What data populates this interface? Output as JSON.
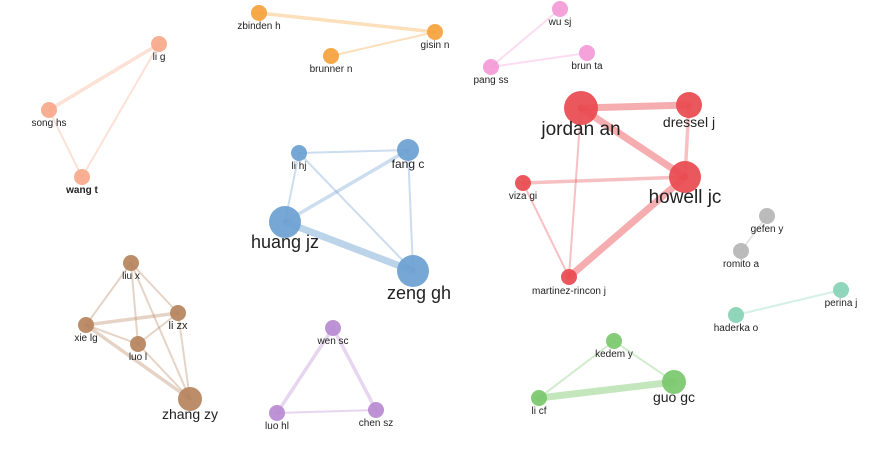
{
  "network": {
    "nodes": [
      {
        "id": "zbinden_h",
        "label": "zbinden h",
        "cluster": "orange",
        "size": "small"
      },
      {
        "id": "gisin_n",
        "label": "gisin n",
        "cluster": "orange",
        "size": "small"
      },
      {
        "id": "brunner_n",
        "label": "brunner n",
        "cluster": "orange",
        "size": "small"
      },
      {
        "id": "li_g",
        "label": "li g",
        "cluster": "salmon",
        "size": "small"
      },
      {
        "id": "song_hs",
        "label": "song hs",
        "cluster": "salmon",
        "size": "small"
      },
      {
        "id": "wang_t",
        "label": "wang t",
        "cluster": "salmon",
        "size": "small",
        "bold": true
      },
      {
        "id": "wu_sj",
        "label": "wu sj",
        "cluster": "pink",
        "size": "small"
      },
      {
        "id": "brun_ta",
        "label": "brun ta",
        "cluster": "pink",
        "size": "small"
      },
      {
        "id": "pang_ss",
        "label": "pang ss",
        "cluster": "pink",
        "size": "small"
      },
      {
        "id": "jordan_an",
        "label": "jordan an",
        "cluster": "red",
        "size": "large"
      },
      {
        "id": "dressel_j",
        "label": "dressel j",
        "cluster": "red",
        "size": "medium"
      },
      {
        "id": "howell_jc",
        "label": "howell jc",
        "cluster": "red",
        "size": "large"
      },
      {
        "id": "viza_gi",
        "label": "viza gi",
        "cluster": "red",
        "size": "small"
      },
      {
        "id": "martinez_rincon_j",
        "label": "martinez-rincon j",
        "cluster": "red",
        "size": "small"
      },
      {
        "id": "li_hj",
        "label": "li hj",
        "cluster": "blue",
        "size": "small"
      },
      {
        "id": "fang_c",
        "label": "fang c",
        "cluster": "blue",
        "size": "small"
      },
      {
        "id": "huang_jz",
        "label": "huang jz",
        "cluster": "blue",
        "size": "large"
      },
      {
        "id": "zeng_gh",
        "label": "zeng gh",
        "cluster": "blue",
        "size": "large"
      },
      {
        "id": "gefen_y",
        "label": "gefen y",
        "cluster": "gray",
        "size": "small"
      },
      {
        "id": "romito_a",
        "label": "romito a",
        "cluster": "gray",
        "size": "small"
      },
      {
        "id": "perina_j",
        "label": "perina j",
        "cluster": "teal",
        "size": "small"
      },
      {
        "id": "haderka_o",
        "label": "haderka o",
        "cluster": "teal",
        "size": "small"
      },
      {
        "id": "liu_x",
        "label": "liu x",
        "cluster": "brown",
        "size": "small"
      },
      {
        "id": "li_zx",
        "label": "li zx",
        "cluster": "brown",
        "size": "small"
      },
      {
        "id": "xie_lg",
        "label": "xie lg",
        "cluster": "brown",
        "size": "small"
      },
      {
        "id": "luo_l",
        "label": "luo l",
        "cluster": "brown",
        "size": "small"
      },
      {
        "id": "zhang_zy",
        "label": "zhang zy",
        "cluster": "brown",
        "size": "medium"
      },
      {
        "id": "wen_sc",
        "label": "wen sc",
        "cluster": "purple",
        "size": "small"
      },
      {
        "id": "luo_hl",
        "label": "luo hl",
        "cluster": "purple",
        "size": "small"
      },
      {
        "id": "chen_sz",
        "label": "chen sz",
        "cluster": "purple",
        "size": "small"
      },
      {
        "id": "kedem_y",
        "label": "kedem y",
        "cluster": "green",
        "size": "small"
      },
      {
        "id": "li_cf",
        "label": "li cf",
        "cluster": "green",
        "size": "small"
      },
      {
        "id": "guo_gc",
        "label": "guo gc",
        "cluster": "green",
        "size": "medium"
      }
    ],
    "edges": [
      {
        "source": "zbinden_h",
        "target": "gisin_n",
        "strength": "medium"
      },
      {
        "source": "gisin_n",
        "target": "brunner_n",
        "strength": "thin"
      },
      {
        "source": "li_g",
        "target": "song_hs",
        "strength": "medium"
      },
      {
        "source": "li_g",
        "target": "wang_t",
        "strength": "thin"
      },
      {
        "source": "song_hs",
        "target": "wang_t",
        "strength": "thin"
      },
      {
        "source": "wu_sj",
        "target": "pang_ss",
        "strength": "thin"
      },
      {
        "source": "pang_ss",
        "target": "brun_ta",
        "strength": "thin"
      },
      {
        "source": "jordan_an",
        "target": "dressel_j",
        "strength": "thick"
      },
      {
        "source": "jordan_an",
        "target": "howell_jc",
        "strength": "thick"
      },
      {
        "source": "jordan_an",
        "target": "martinez_rincon_j",
        "strength": "thin"
      },
      {
        "source": "dressel_j",
        "target": "howell_jc",
        "strength": "medium"
      },
      {
        "source": "viza_gi",
        "target": "howell_jc",
        "strength": "medium"
      },
      {
        "source": "viza_gi",
        "target": "martinez_rincon_j",
        "strength": "thin"
      },
      {
        "source": "howell_jc",
        "target": "martinez_rincon_j",
        "strength": "thick"
      },
      {
        "source": "li_hj",
        "target": "fang_c",
        "strength": "thin"
      },
      {
        "source": "li_hj",
        "target": "huang_jz",
        "strength": "thin"
      },
      {
        "source": "li_hj",
        "target": "zeng_gh",
        "strength": "thin"
      },
      {
        "source": "fang_c",
        "target": "huang_jz",
        "strength": "medium"
      },
      {
        "source": "fang_c",
        "target": "zeng_gh",
        "strength": "thin"
      },
      {
        "source": "huang_jz",
        "target": "zeng_gh",
        "strength": "thick"
      },
      {
        "source": "gefen_y",
        "target": "romito_a",
        "strength": "thin"
      },
      {
        "source": "perina_j",
        "target": "haderka_o",
        "strength": "thin"
      },
      {
        "source": "liu_x",
        "target": "li_zx",
        "strength": "thin"
      },
      {
        "source": "liu_x",
        "target": "xie_lg",
        "strength": "thin"
      },
      {
        "source": "liu_x",
        "target": "luo_l",
        "strength": "thin"
      },
      {
        "source": "liu_x",
        "target": "zhang_zy",
        "strength": "thin"
      },
      {
        "source": "xie_lg",
        "target": "li_zx",
        "strength": "medium"
      },
      {
        "source": "xie_lg",
        "target": "luo_l",
        "strength": "thin"
      },
      {
        "source": "xie_lg",
        "target": "zhang_zy",
        "strength": "medium"
      },
      {
        "source": "luo_l",
        "target": "li_zx",
        "strength": "thin"
      },
      {
        "source": "luo_l",
        "target": "zhang_zy",
        "strength": "thin"
      },
      {
        "source": "li_zx",
        "target": "zhang_zy",
        "strength": "thin"
      },
      {
        "source": "wen_sc",
        "target": "luo_hl",
        "strength": "medium"
      },
      {
        "source": "wen_sc",
        "target": "chen_sz",
        "strength": "medium"
      },
      {
        "source": "luo_hl",
        "target": "chen_sz",
        "strength": "thin"
      },
      {
        "source": "kedem_y",
        "target": "li_cf",
        "strength": "thin"
      },
      {
        "source": "kedem_y",
        "target": "guo_gc",
        "strength": "thin"
      },
      {
        "source": "li_cf",
        "target": "guo_gc",
        "strength": "thick"
      }
    ]
  },
  "cluster_colors": {
    "orange": "#f5a23b",
    "salmon": "#f7a88a",
    "pink": "#f39ad6",
    "red": "#e84a4f",
    "blue": "#6b9fd1",
    "gray": "#b5b5b5",
    "teal": "#86d3b6",
    "brown": "#b5835c",
    "purple": "#b98ad1",
    "green": "#79c86d"
  }
}
